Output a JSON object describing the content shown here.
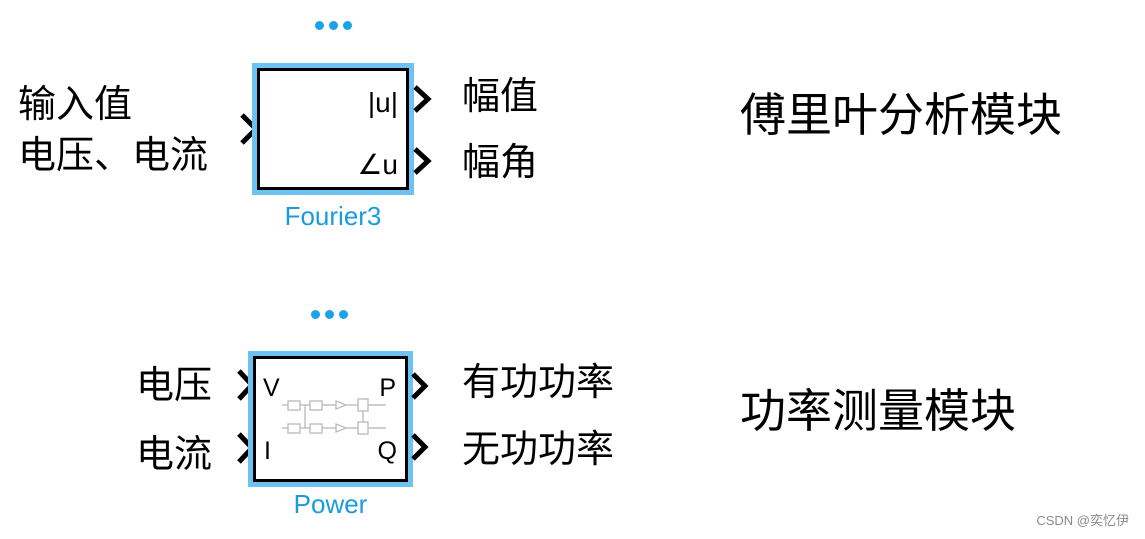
{
  "fourier": {
    "input_label_line1": "输入值",
    "input_label_line2": "电压、电流",
    "port_magnitude": "|u|",
    "port_angle": "∠u",
    "block_name": "Fourier3",
    "output_magnitude": "幅值",
    "output_angle": "幅角",
    "title": "傅里叶分析模块"
  },
  "power": {
    "input_voltage_label": "电压",
    "input_current_label": "电流",
    "port_v": "V",
    "port_i": "I",
    "port_p": "P",
    "port_q": "Q",
    "block_name": "Power",
    "output_active": "有功功率",
    "output_reactive": "无功功率",
    "title": "功率测量模块"
  },
  "colors": {
    "block_border": "#000000",
    "block_highlight": "#6ec2f2",
    "block_name": "#1a9be0",
    "dots": "#1aa3e8"
  },
  "watermark": "CSDN @奕忆伊"
}
